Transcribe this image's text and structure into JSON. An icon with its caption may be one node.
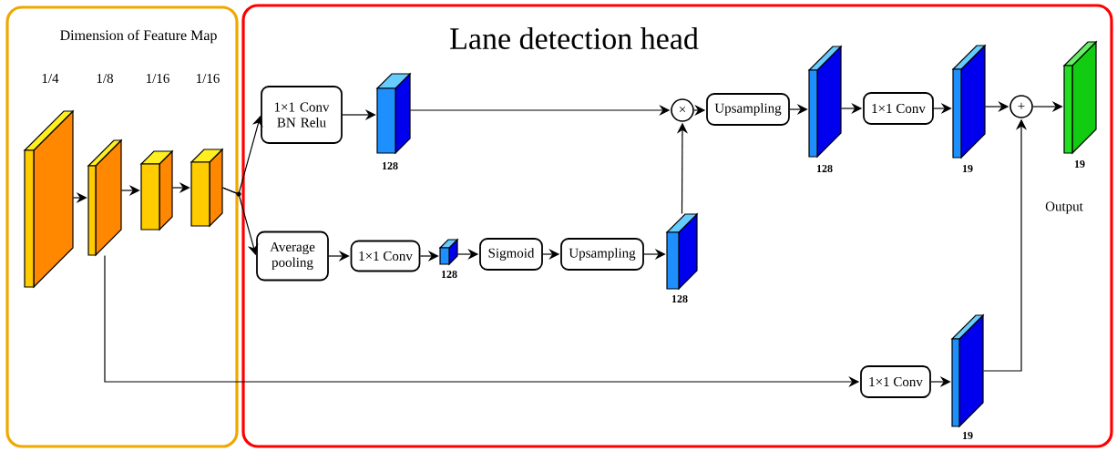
{
  "diagram": {
    "nodes": [
      {
        "text": [
          "Dimension of Feature Map"
        ]
      },
      {
        "text": [],
        "shape": "box",
        "in": 0
      },
      {
        "text": [],
        "shape": "box",
        "in": 0
      },
      {
        "text": [],
        "shape": "box",
        "in": 0
      },
      {
        "text": [],
        "shape": "box",
        "in": 0
      },
      {
        "text": [
          "Lane detection head"
        ]
      },
      {
        "text": [
          "1×1 Conv BN Relu"
        ],
        "in": 5
      },
      {
        "text": [],
        "shape": "box",
        "beside": [
          "128"
        ],
        "in": 5
      },
      {
        "text": [
          "Average pooling"
        ],
        "in": 5
      },
      {
        "text": [
          "1×1 Conv"
        ],
        "in": 5
      },
      {
        "text": [],
        "shape": "box",
        "beside": [
          "128"
        ],
        "in": 5
      },
      {
        "text": [
          "Sigmoid"
        ],
        "in": 5
      },
      {
        "text": [
          "Upsampling"
        ],
        "in": 5
      },
      {
        "text": [],
        "shape": "box",
        "beside": [
          "128"
        ],
        "in": 5
      },
      {
        "text": [
          "×"
        ],
        "in": 5
      },
      {
        "text": [
          "Upsampling"
        ],
        "in": 5
      },
      {
        "text": [],
        "shape": "box",
        "beside": [
          "128"
        ],
        "in": 5
      },
      {
        "text": [
          "1×1 Conv"
        ],
        "in": 5
      },
      {
        "text": [],
        "shape": "box",
        "beside": [
          "19"
        ],
        "in": 5
      },
      {
        "text": [
          "+"
        ],
        "in": 5
      },
      {
        "text": [],
        "shape": "box",
        "beside": [
          "19",
          "Output"
        ],
        "in": 5
      },
      {
        "text": [
          "1×1 Conv"
        ],
        "in": 5
      },
      {
        "text": [],
        "shape": "box",
        "beside": [
          "19"
        ],
        "in": 5
      }
    ],
    "edges": [
      {
        "from": 1,
        "to": 2,
        "arrow": "to"
      },
      {
        "from": 2,
        "to": 3,
        "arrow": "to"
      },
      {
        "from": 3,
        "to": 4,
        "arrow": "to"
      },
      {
        "from": 4,
        "to": 6,
        "arrow": "to"
      },
      {
        "from": 4,
        "to": 8,
        "arrow": "to"
      },
      {
        "from": 6,
        "to": 7,
        "arrow": "to"
      },
      {
        "from": 7,
        "to": 14,
        "arrow": "to"
      },
      {
        "from": 8,
        "to": 9,
        "arrow": "to"
      },
      {
        "from": 9,
        "to": 10,
        "arrow": "to"
      },
      {
        "from": 10,
        "to": 11,
        "arrow": "to"
      },
      {
        "from": 11,
        "to": 12,
        "arrow": "to"
      },
      {
        "from": 12,
        "to": 13,
        "arrow": "to"
      },
      {
        "from": 13,
        "to": 14,
        "arrow": "to"
      },
      {
        "from": 14,
        "to": 15,
        "arrow": "to"
      },
      {
        "from": 15,
        "to": 16,
        "arrow": "to"
      },
      {
        "from": 16,
        "to": 17,
        "arrow": "to"
      },
      {
        "from": 17,
        "to": 18,
        "arrow": "to"
      },
      {
        "from": 18,
        "to": 19,
        "arrow": "to"
      },
      {
        "from": 19,
        "to": 20,
        "arrow": "to"
      },
      {
        "from": 2,
        "to": 21,
        "arrow": "to"
      },
      {
        "from": 21,
        "to": 22,
        "arrow": "to"
      },
      {
        "from": 22,
        "to": 19,
        "arrow": "to"
      }
    ],
    "labels": [
      "1/4",
      "1/8",
      "1/16",
      "1/16"
    ]
  }
}
